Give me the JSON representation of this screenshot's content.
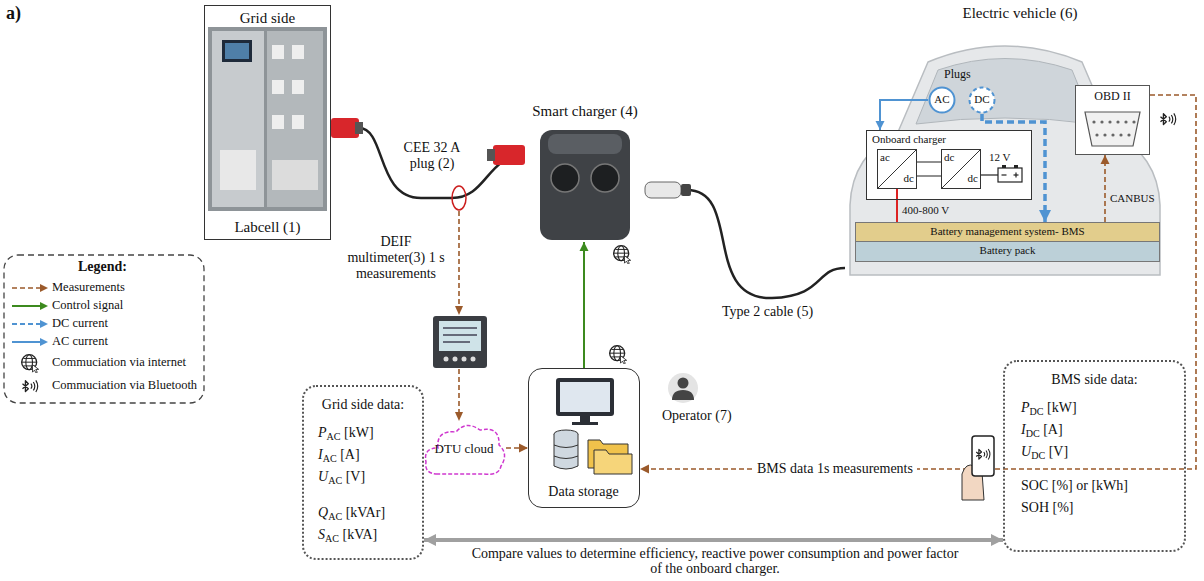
{
  "diagram": {
    "nodes": [
      {
        "text": [
          "Grid side",
          "Labcell (1)"
        ]
      },
      {
        "text": [
          "Smart charger (4)"
        ]
      },
      {
        "text": [
          "Electric vehicle (6)"
        ]
      },
      {
        "text": [
          "AC"
        ],
        "in": 2
      },
      {
        "text": [
          "DC"
        ],
        "in": 2
      },
      {
        "text": [
          "OBD II"
        ],
        "in": 2
      },
      {
        "text": [
          "Onboard charger"
        ],
        "in": 2
      },
      {
        "text": [
          "ac",
          "dc"
        ],
        "in": 6
      },
      {
        "text": [
          "dc",
          "dc"
        ],
        "in": 6
      },
      {
        "text": [
          "Battery management system- BMS"
        ],
        "in": 2
      },
      {
        "text": [
          "Battery pack"
        ],
        "in": 2
      },
      {
        "text": [
          "Grid side data:",
          "PAC [kW]",
          "IAC [A]",
          "UAC [V]",
          "QAC [kVAr]",
          "SAC [kVA]"
        ]
      },
      {
        "text": [
          "DTU cloud"
        ]
      },
      {
        "text": [
          "Data storage"
        ]
      },
      {
        "text": [
          "BMS side data:",
          "PDC [kW]",
          "IDC [A]",
          "UDC [V]",
          "SOC [%] or [kWh]",
          "SOH [%]"
        ]
      }
    ],
    "edges": [
      {
        "from": 0,
        "to": 1,
        "arrow": "none",
        "label": "CEE 32 A plug (2)"
      },
      {
        "from": 1,
        "to": 2,
        "arrow": "none",
        "label": "Type 2 cable (5)"
      },
      {
        "from": 3,
        "to": 6,
        "arrow": "to"
      },
      {
        "from": 4,
        "to": 9,
        "arrow": "to"
      },
      {
        "from": 7,
        "to": 8,
        "arrow": "none"
      },
      {
        "from": 7,
        "to": 9,
        "arrow": "none",
        "label": "400-800 V"
      },
      {
        "from": 9,
        "to": 5,
        "arrow": "to",
        "label": "CANBUS"
      },
      {
        "from": 12,
        "to": 13,
        "arrow": "to"
      },
      {
        "from": 13,
        "to": 1,
        "arrow": "to"
      },
      {
        "from": 5,
        "to": 13,
        "arrow": "to",
        "label": "BMS data 1s measurements"
      },
      {
        "from": 11,
        "to": 14,
        "arrow": "both",
        "label": "Compare values to determine efficiency, reactive power consumption and power factor of the onboard charger."
      }
    ],
    "labels": [
      "a)",
      "Legend:",
      "DEIF multimeter(3) 1 s measurements",
      "Operator (7)",
      "Plugs",
      "12 V"
    ],
    "legend": [
      {
        "text": "Measurements"
      },
      {
        "text": "Control signal"
      },
      {
        "text": "DC current"
      },
      {
        "text": "AC current"
      },
      {
        "text": "Commuciation via internet"
      },
      {
        "text": "Commuciation via Bluetooth"
      }
    ]
  }
}
